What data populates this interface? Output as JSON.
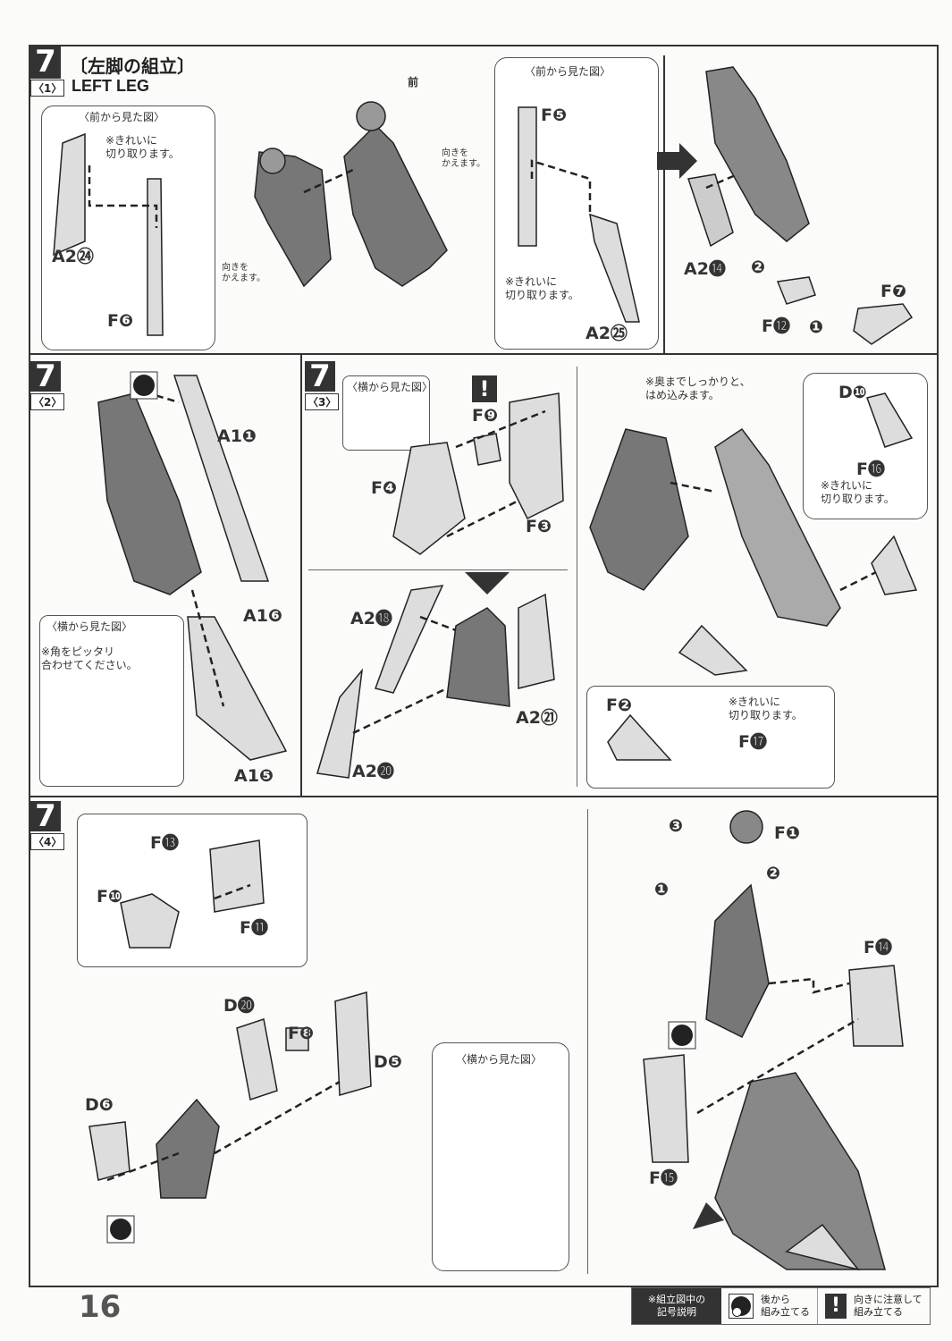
{
  "header": {
    "step": "7",
    "title": "〔左脚の組立〕",
    "sub1": "〈1〉",
    "english": "LEFT LEG"
  },
  "p1": {
    "front_arrow": "前",
    "inset1_title": "〈前から見た図〉",
    "inset1_note": "※きれいに\n切り取ります。",
    "a2_24": "A2㉔",
    "f6": "F❻",
    "turn1": "向きを\nかえます。",
    "turn2": "向きを\nかえます。",
    "inset2_title": "〈前から見た図〉",
    "f5": "F❺",
    "inset2_note": "※きれいに\n切り取ります。",
    "a2_25": "A2㉕",
    "a2_14": "A2⓮",
    "f12": "F⓬",
    "f7": "F❼",
    "order1": "❶",
    "order2": "❷"
  },
  "p2": {
    "step": "7",
    "sub": "〈2〉",
    "a1_1": "A1❶",
    "a1_6": "A1❻",
    "a1_5": "A1❺",
    "inset_title": "〈横から見た図〉",
    "inset_note": "※角をピッタリ\n合わせてください。"
  },
  "p3": {
    "step": "7",
    "sub": "〈3〉",
    "inset_title": "〈横から見た図〉",
    "warn": "!",
    "f9": "F❾",
    "f4": "F❹",
    "f3": "F❸",
    "a2_18": "A2⓲",
    "a2_21": "A2㉑",
    "a2_20": "A2⓴"
  },
  "p3r": {
    "note_top": "※奥までしっかりと、\nはめ込みます。",
    "d10": "D❿",
    "f16": "F⓰",
    "inset_note1": "※きれいに\n切り取ります。",
    "f2": "F❷",
    "inset_note2": "※きれいに\n切り取ります。",
    "f17": "F⓱"
  },
  "p4": {
    "step": "7",
    "sub": "〈4〉",
    "f13": "F⓭",
    "f10": "F❿",
    "f11": "F⓫",
    "d20": "D⓴",
    "f8": "F❽",
    "d5": "D❺",
    "d6": "D❻",
    "inset_title": "〈横から見た図〉",
    "f1": "F❶",
    "f14": "F⓮",
    "f15": "F⓯",
    "order3": "❸",
    "order2": "❷",
    "order1": "❶"
  },
  "footer": {
    "page": "16",
    "legend_title": "※組立図中の\n記号説明",
    "legend_back": "後から\n組み立てる",
    "legend_dir": "向きに注意して\n組み立てる",
    "warn": "!"
  }
}
